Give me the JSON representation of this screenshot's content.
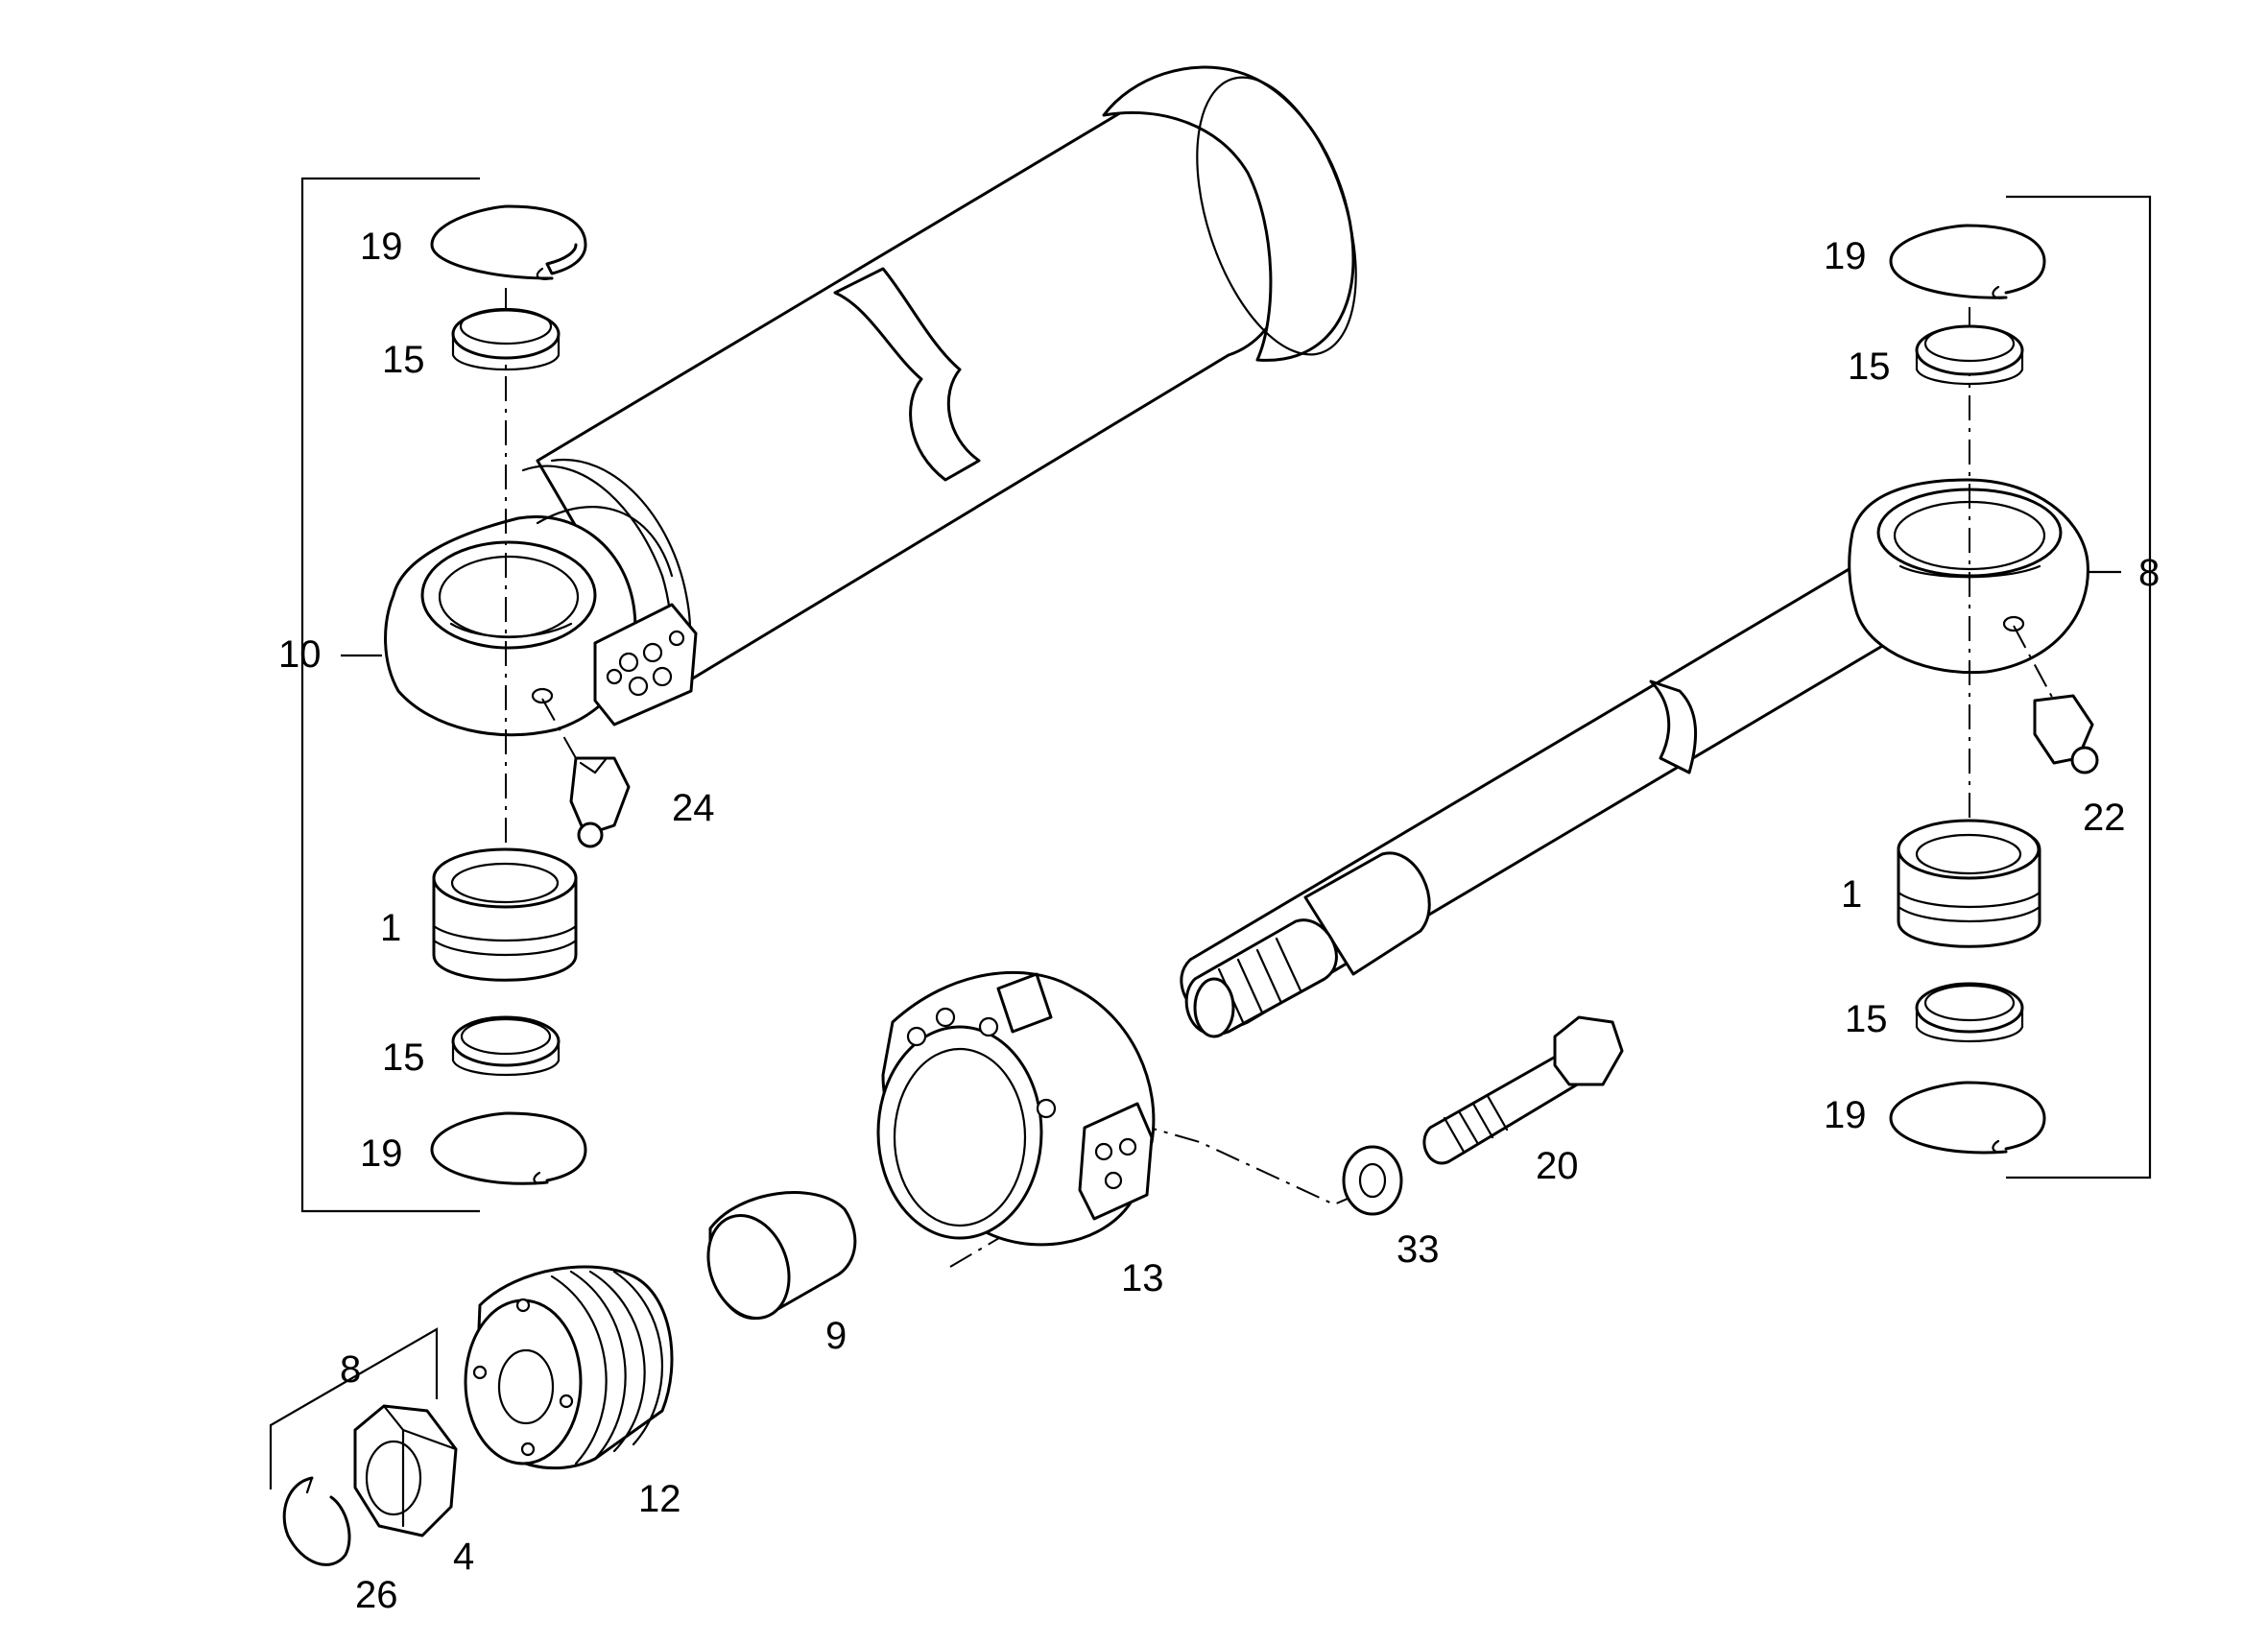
{
  "callouts": {
    "left_group": {
      "assembly": "10",
      "snap_ring_top": "19",
      "bush_top": "15",
      "grease_nipple": "24",
      "spherical_bearing": "1",
      "bush_bottom": "15",
      "snap_ring_bottom": "19"
    },
    "right_group": {
      "assembly": "8",
      "snap_ring_top": "19",
      "bush_top": "15",
      "grease_nipple": "22",
      "spherical_bearing": "1",
      "bush_bottom": "15",
      "snap_ring_bottom": "19"
    },
    "gland": "13",
    "guide_bush": "9",
    "washer": "33",
    "bolt": "20",
    "piston": "12",
    "nut": "4",
    "circlip": "26",
    "nut_group": "8"
  }
}
